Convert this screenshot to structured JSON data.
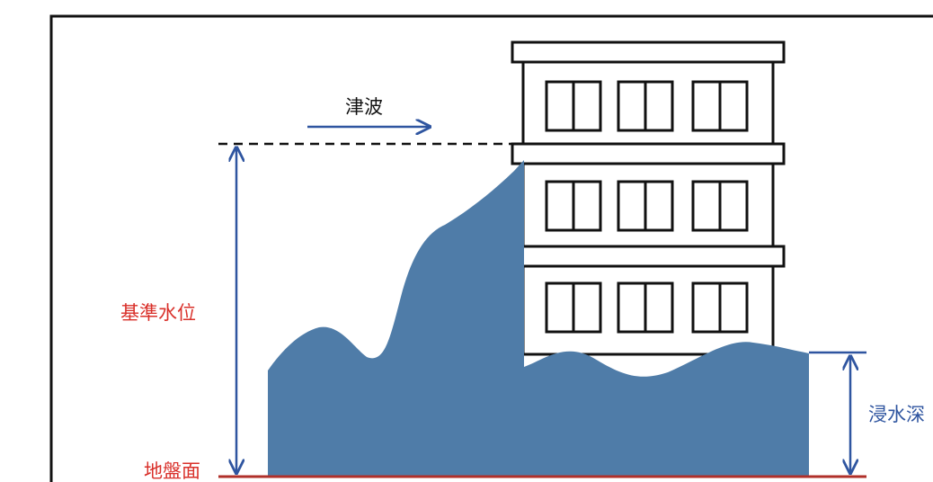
{
  "labels": {
    "tsunami": "津波",
    "reference_water_level": "基準水位",
    "inundation_depth": "浸水深",
    "ground_surface": "地盤面"
  },
  "colors": {
    "water": "#4f7ca8",
    "arrow_blue": "#2f55a0",
    "label_red": "#d9302a",
    "label_blue": "#2f55a0",
    "ground_line": "#b0302a",
    "frame": "#111111",
    "building_stroke": "#111111"
  },
  "icons": {
    "tsunami_arrow": "arrow-right-icon"
  },
  "building": {
    "floors": 3,
    "windows_per_floor": 3
  }
}
